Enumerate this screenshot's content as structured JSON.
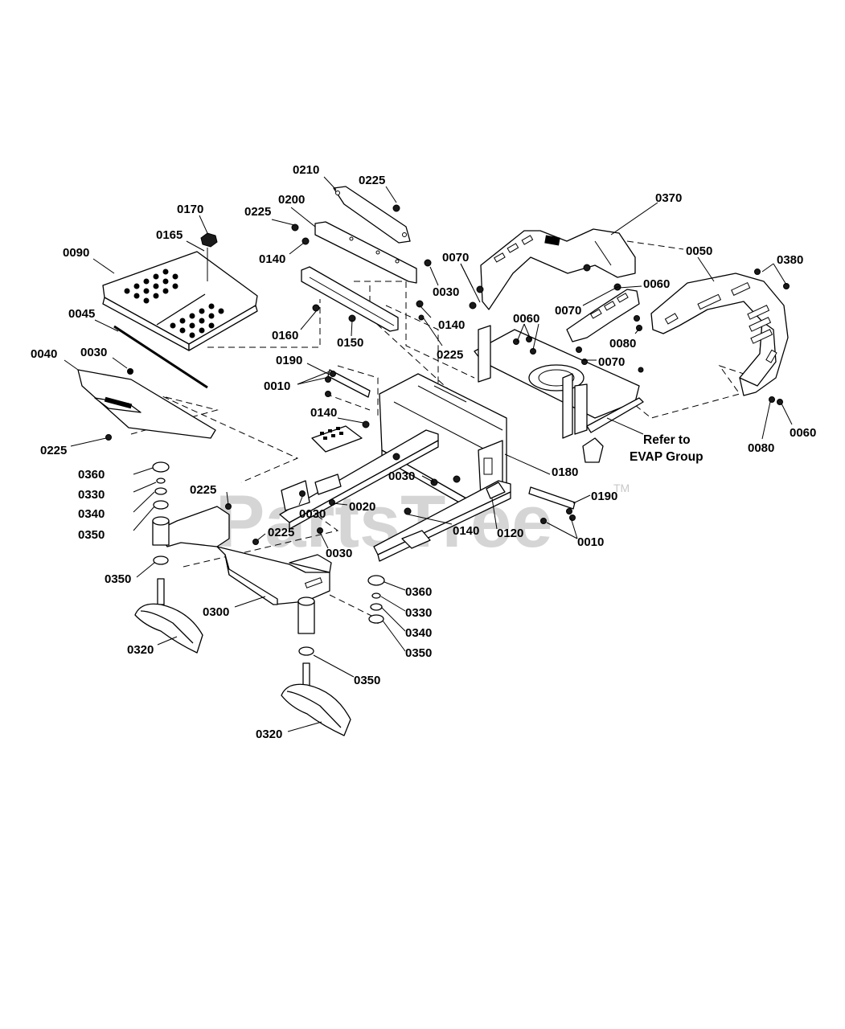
{
  "watermark": {
    "text": "PartsTree",
    "trademark": "TM"
  },
  "note": {
    "line1": "Refer to",
    "line2": "EVAP Group"
  },
  "callouts": {
    "c0210": "0210",
    "c0225a": "0225",
    "c0200": "0200",
    "c0225b": "0225",
    "c0170": "0170",
    "c0165": "0165",
    "c0090": "0090",
    "c0140a": "0140",
    "c0370": "0370",
    "c0070a": "0070",
    "c0030a": "0030",
    "c0050": "0050",
    "c0380": "0380",
    "c0060a": "0060",
    "c0070b": "0070",
    "c0140b": "0140",
    "c0045": "0045",
    "c0160": "0160",
    "c0150": "0150",
    "c0225c": "0225",
    "c0060b": "0060",
    "c0080a": "0080",
    "c0070c": "0070",
    "c0040": "0040",
    "c0030b": "0030",
    "c0190a": "0190",
    "c0010a": "0010",
    "c0140c": "0140",
    "c0225d": "0225",
    "c0060c": "0060",
    "c0080b": "0080",
    "c0360a": "0360",
    "c0330a": "0330",
    "c0340a": "0340",
    "c0350a": "0350",
    "c0225e": "0225",
    "c0030c": "0030",
    "c0020": "0020",
    "c0030d": "0030",
    "c0180": "0180",
    "c0190b": "0190",
    "c0140d": "0140",
    "c0120": "0120",
    "c0010b": "0010",
    "c0225f": "0225",
    "c0030e": "0030",
    "c0350b": "0350",
    "c0300": "0300",
    "c0360b": "0360",
    "c0330b": "0330",
    "c0340b": "0340",
    "c0350c": "0350",
    "c0320a": "0320",
    "c0350d": "0350",
    "c0320b": "0320"
  }
}
